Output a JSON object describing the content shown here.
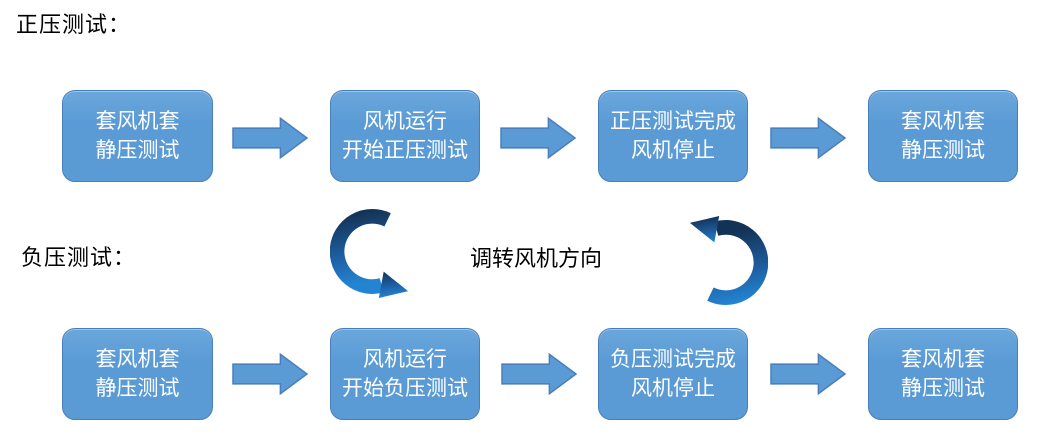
{
  "labels": {
    "positive_section": "正压测试：",
    "negative_section": "负压测试：",
    "reverse_note": "调转风机方向"
  },
  "flow": {
    "positive_row": {
      "steps": [
        {
          "line1": "套风机套",
          "line2": "静压测试"
        },
        {
          "line1": "风机运行",
          "line2": "开始正压测试"
        },
        {
          "line1": "正压测试完成",
          "line2": "风机停止"
        },
        {
          "line1": "套风机套",
          "line2": "静压测试"
        }
      ]
    },
    "negative_row": {
      "steps": [
        {
          "line1": "套风机套",
          "line2": "静压测试"
        },
        {
          "line1": "风机运行",
          "line2": "开始负压测试"
        },
        {
          "line1": "负压测试完成",
          "line2": "风机停止"
        },
        {
          "line1": "套风机套",
          "line2": "静压测试"
        }
      ]
    }
  },
  "icons": {
    "straight": "right-block-arrow-icon",
    "curve_left": "curved-down-arrow-icon",
    "curve_right": "curved-up-arrow-icon"
  },
  "colors": {
    "box_fill": "#5b9bd5",
    "box_border": "#4a7ebb",
    "block_arrow_fill": "#5b9bd5",
    "block_arrow_border": "#4a7ebb",
    "curved_arrow_dark": "#16375c",
    "curved_arrow_light": "#2384d2",
    "box_text": "#ffffff",
    "label_text": "#000000",
    "background": "#ffffff"
  }
}
